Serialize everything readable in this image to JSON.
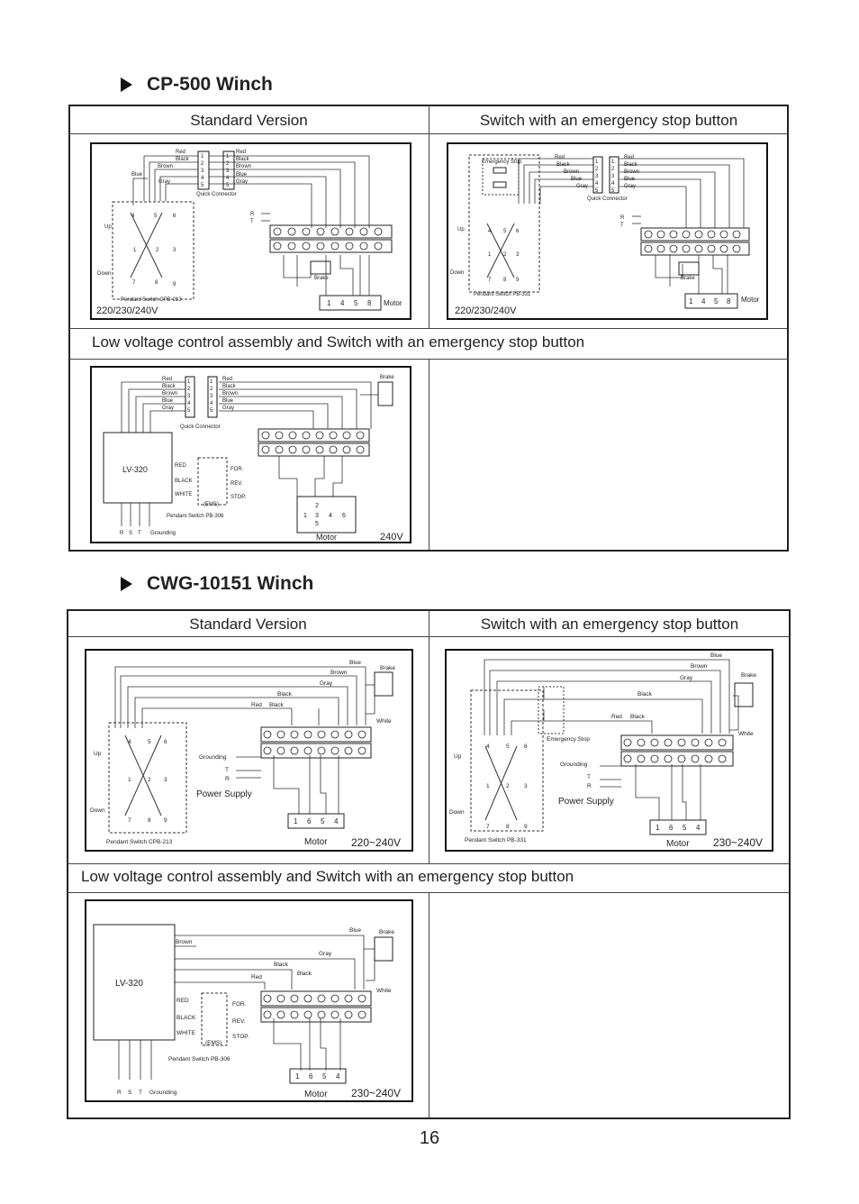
{
  "sections": [
    {
      "title": "CP-500 Winch",
      "col_left": "Standard Version",
      "col_right": "Switch with an emergency stop button",
      "row2": "Low voltage control assembly and Switch with an emergency stop button",
      "d1": {
        "wires": [
          "Red",
          "Black",
          "Brown",
          "Blue",
          "Gray"
        ],
        "pins": [
          "1",
          "2",
          "3",
          "4",
          "5"
        ],
        "extra_wire": "Blue",
        "connector": "Quick Connector",
        "r": "R",
        "t": "T",
        "up": "Up",
        "down": "Down",
        "n4": "4",
        "n5": "5",
        "n6": "6",
        "n1": "1",
        "n2": "2",
        "n3": "3",
        "n7": "7",
        "n8": "8",
        "n9": "9",
        "switch": "Pendant Switch CPB-213",
        "brake": "Brake",
        "motor_pins": [
          "1",
          "4",
          "5",
          "8"
        ],
        "motor": "Motor",
        "voltage": "220/230/240V"
      },
      "d2": {
        "estop": "Emergency Stop",
        "wires": [
          "Red",
          "Black",
          "Brown",
          "Blue",
          "Gray"
        ],
        "pins": [
          "1",
          "2",
          "3",
          "4",
          "5"
        ],
        "connector": "Quick Connector",
        "r": "R",
        "t": "T",
        "up": "Up",
        "down": "Down",
        "n4": "4",
        "n5": "5",
        "n6": "6",
        "n1": "1",
        "n2": "2",
        "n3": "3",
        "n7": "7",
        "n8": "8",
        "n9": "9",
        "switch": "Pendant Switch PB-331",
        "brake": "Brake",
        "motor_pins": [
          "1",
          "4",
          "5",
          "8"
        ],
        "motor": "Motor",
        "voltage": "220/230/240V"
      },
      "d3": {
        "wires": [
          "Red",
          "Black",
          "Brown",
          "Blue",
          "Gray"
        ],
        "pins": [
          "1",
          "2",
          "3",
          "4",
          "5"
        ],
        "connector": "Quick Connector",
        "brake": "Brake",
        "lv": "LV-320",
        "red": "RED",
        "black": "BLACK",
        "white": "WHITE",
        "for": "FOR.",
        "rev": "REV.",
        "stop": "STOP.",
        "ems": "(EMS)",
        "switch": "Pendant Switch PB-306",
        "r": "R",
        "s": "S",
        "t": "T",
        "grounding": "Grounding",
        "motor_pins": [
          "1",
          "2",
          "3",
          "4",
          "5",
          "6"
        ],
        "motor": "Motor",
        "voltage": "240V"
      }
    },
    {
      "title": "CWG-10151 Winch",
      "col_left": "Standard Version",
      "col_right": "Switch with an emergency stop button",
      "row2": "Low voltage control assembly and Switch with an emergency stop button",
      "d1": {
        "blue": "Blue",
        "brown": "Brown",
        "gray": "Gray",
        "black": "Black",
        "red": "Red",
        "white": "White",
        "brake": "Brake",
        "up": "Up",
        "down": "Down",
        "n4": "4",
        "n5": "5",
        "n6": "6",
        "n1": "1",
        "n2": "2",
        "n3": "3",
        "n7": "7",
        "n8": "8",
        "n9": "9",
        "grounding": "Grounding",
        "t": "T",
        "r": "R",
        "power": "Power Supply",
        "switch": "Pendant Switch CPB-213",
        "motor_pins": [
          "1",
          "6",
          "5",
          "4"
        ],
        "motor": "Motor",
        "voltage": "220~240V"
      },
      "d2": {
        "blue": "Blue",
        "brown": "Brown",
        "gray": "Gray",
        "black": "Black",
        "red": "Red",
        "white": "White",
        "brake": "Brake",
        "estop": "Emergency Stop",
        "up": "Up",
        "down": "Down",
        "n4": "4",
        "n5": "5",
        "n6": "6",
        "n1": "1",
        "n2": "2",
        "n3": "3",
        "n7": "7",
        "n8": "8",
        "n9": "9",
        "grounding": "Grounding",
        "t": "T",
        "r": "R",
        "power": "Power Supply",
        "switch": "Pendant Switch PB-331",
        "motor_pins": [
          "1",
          "6",
          "5",
          "4"
        ],
        "motor": "Motor",
        "voltage": "230~240V"
      },
      "d3": {
        "blue": "Blue",
        "brown": "Brown",
        "gray": "Gray",
        "black": "Black",
        "red": "Red",
        "white": "White",
        "brake": "Brake",
        "lv": "LV-320",
        "red_c": "RED",
        "black_c": "BLACK",
        "white_c": "WHITE",
        "for": "FOR.",
        "rev": "REV.",
        "stop": "STOP.",
        "ems": "(EMS)",
        "switch": "Pendant Switch PB-306",
        "r": "R",
        "s": "S",
        "t": "T",
        "grounding": "Grounding",
        "motor_pins": [
          "1",
          "6",
          "5",
          "4"
        ],
        "motor": "Motor",
        "voltage": "230~240V"
      }
    }
  ],
  "page_number": "16"
}
